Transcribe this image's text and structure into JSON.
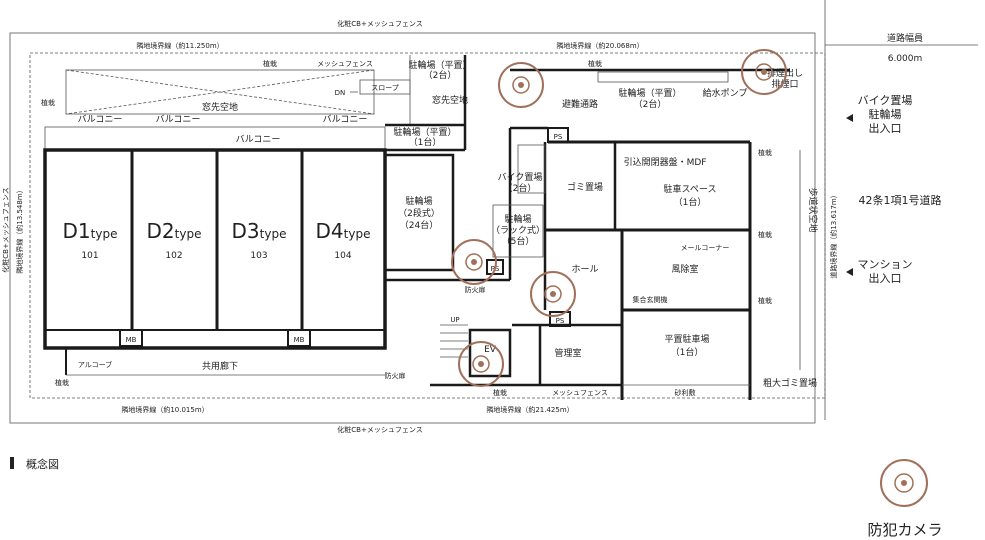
{
  "boundary": {
    "top_fence": "化粧CB+メッシュフェンス",
    "bottom_fence": "化粧CB+メッシュフェンス",
    "left_fence": "化粧CB+メッシュフェンス",
    "top_left_line": "隣地境界線（約11.250m）",
    "top_right_line": "隣地境界線（約20.068m）",
    "bottom_left_line": "隣地境界線（約10.015m）",
    "bottom_right_line": "隣地境界線（約21.425m）",
    "left_line": "隣地境界線（約13.548m）",
    "right_line": "道路境界線（約13.617m）"
  },
  "road": {
    "width_label": "道路幅員",
    "width_value": "6.000m",
    "type": "42条1項1号道路",
    "bike_entrance_1": "バイク置場",
    "bike_entrance_2": "駐輪場",
    "bike_entrance_3": "出入口",
    "mansion_entrance_1": "マンション",
    "mansion_entrance_2": "出入口",
    "sidewalk": "歩道状空地"
  },
  "units": [
    {
      "type": "D1",
      "suffix": "type",
      "number": "101"
    },
    {
      "type": "D2",
      "suffix": "type",
      "number": "102"
    },
    {
      "type": "D3",
      "suffix": "type",
      "number": "103"
    },
    {
      "type": "D4",
      "suffix": "type",
      "number": "104"
    }
  ],
  "labels": {
    "balcony_1": "バルコニー",
    "balcony_2": "バルコニー",
    "balcony_3": "バルコニー",
    "balcony_4": "バルコニー",
    "window_area_1": "窓先空地",
    "window_area_2": "窓先空地",
    "planting_1": "植栽",
    "planting_2": "植栽",
    "planting_3": "植栽",
    "planting_4": "植栽",
    "planting_5": "植栽",
    "planting_6": "植栽",
    "planting_7": "植栽",
    "planting_8": "植栽",
    "mesh_fence_1": "メッシュフェンス",
    "mesh_fence_2": "メッシュフェンス",
    "slope": "スロープ",
    "dn": "DN",
    "up": "UP",
    "bicycle_flat_top": "駐輪場（平置）",
    "bicycle_flat_top_count": "（2台）",
    "bicycle_flat_mid": "駐輪場（平置）",
    "bicycle_flat_mid_count": "（1台）",
    "bicycle_flat_right": "駐輪場（平置）",
    "bicycle_flat_right_count": "（2台）",
    "evacuation_path": "避難通路",
    "water_pump": "給水ポンプ",
    "smoke_exhaust_1": "排煙出し",
    "smoke_exhaust_2": "排煙口",
    "ps_1": "PS",
    "ps_2": "PS",
    "ps_3": "PS",
    "bike_parking": "バイク置場",
    "bike_parking_count": "（2台）",
    "garbage": "ゴミ置場",
    "mdf": "引込開閉器盤・MDF",
    "car_space": "駐車スペース",
    "car_space_count": "（1台）",
    "bicycle_two_tier": "駐輪場",
    "bicycle_two_tier_type": "（2段式）",
    "bicycle_two_tier_count": "（24台）",
    "bicycle_rack": "駐輪場",
    "bicycle_rack_type": "（ラック式）",
    "bicycle_rack_count": "（5台）",
    "hall": "ホール",
    "windbreak": "風除室",
    "mail_corner": "メールコーナー",
    "intercom": "集合玄関機",
    "fire_door": "防火扉",
    "inner_door": "防火扉",
    "mb_1": "MB",
    "mb_2": "MB",
    "alcove": "アルコーブ",
    "corridor": "共用廊下",
    "ev": "EV",
    "manager": "管理室",
    "flat_parking": "平置駐車場",
    "flat_parking_count": "（1台）",
    "gravel": "砂利敷",
    "bulky_garbage": "粗大ゴミ置場"
  },
  "legend": {
    "concept": "概念図",
    "camera": "防犯カメラ"
  },
  "colors": {
    "camera": "#a0705a",
    "wall": "#1a1a1a"
  }
}
